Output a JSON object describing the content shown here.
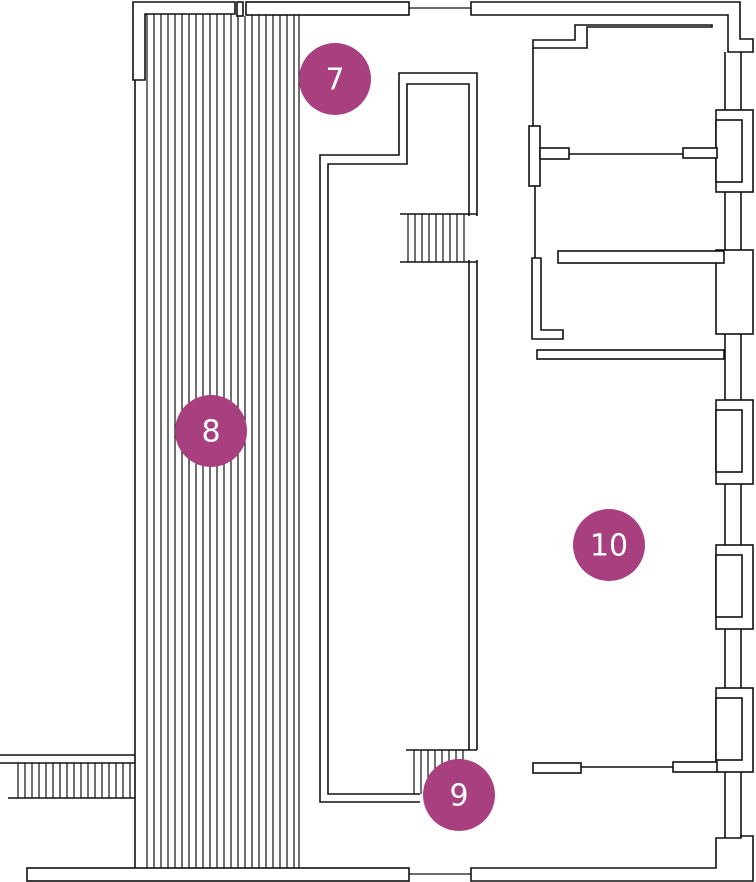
{
  "map": {
    "accent_color": "#a8407f",
    "markers": [
      {
        "id": "7",
        "label": "7"
      },
      {
        "id": "8",
        "label": "8"
      },
      {
        "id": "9",
        "label": "9"
      },
      {
        "id": "10",
        "label": "10"
      }
    ]
  }
}
